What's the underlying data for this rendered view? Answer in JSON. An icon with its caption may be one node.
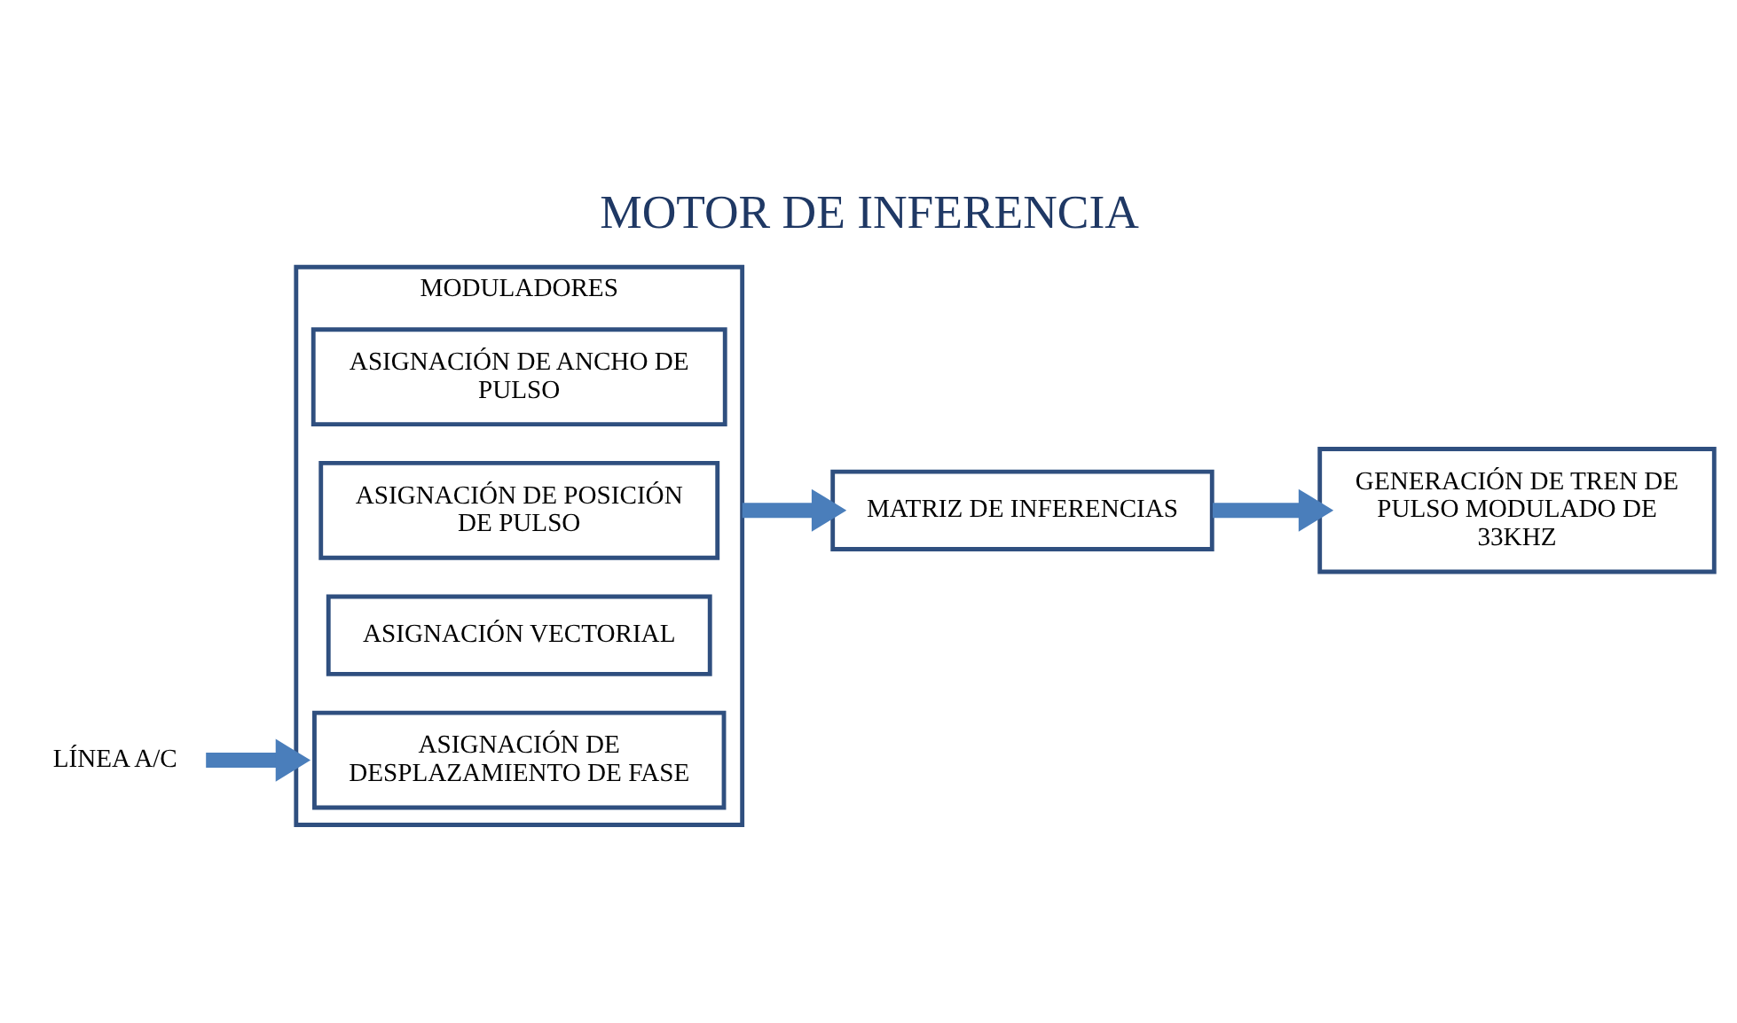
{
  "diagram": {
    "title": "MOTOR DE INFERENCIA",
    "nodes": [
      {
        "text": [
          "LÍNEA A/C"
        ]
      },
      {
        "text": [
          "MODULADORES"
        ]
      },
      {
        "text": [
          "ASIGNACIÓN DE DESPLAZAMIENTO DE FASE"
        ],
        "in": 1
      },
      {
        "text": [
          "ASIGNACIÓN VECTORIAL"
        ],
        "in": 1
      },
      {
        "text": [
          "ASIGNACIÓN DE POSICIÓN DE PULSO"
        ],
        "in": 1
      },
      {
        "text": [
          "ASIGNACIÓN DE ANCHO DE PULSO"
        ],
        "in": 1
      },
      {
        "text": [
          "MATRIZ DE INFERENCIAS"
        ]
      },
      {
        "text": [
          "GENERACIÓN DE TREN DE PULSO MODULADO DE 33KHZ"
        ]
      }
    ],
    "edges": [
      {
        "from": 0,
        "to": 1,
        "arrow": "to"
      },
      {
        "from": 1,
        "to": 6,
        "arrow": "to"
      },
      {
        "from": 6,
        "to": 7,
        "arrow": "to"
      }
    ]
  }
}
